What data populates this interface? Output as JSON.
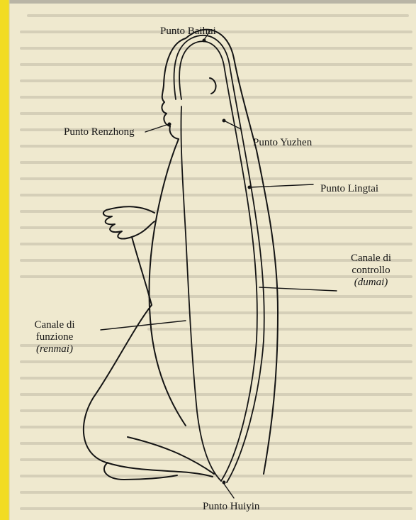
{
  "diagram": {
    "labels": {
      "baihui": "Punto Baihui",
      "renzhong": "Punto Renzhong",
      "yuzhen": "Punto Yuzhen",
      "lingtai": "Punto Lingtai",
      "dumai": {
        "line1": "Canale di",
        "line2": "controllo",
        "line3": "(dumai)"
      },
      "renmai": {
        "line1": "Canale di",
        "line2": "funzione",
        "line3": "(renmai)"
      },
      "huiyin": "Punto Huiyin"
    }
  },
  "colors": {
    "background": "#efe9cf",
    "paper": "#f6f2e2",
    "left_strip": "#f2dc22",
    "ink": "#151515",
    "bleed_text": "#c9c3ad"
  }
}
